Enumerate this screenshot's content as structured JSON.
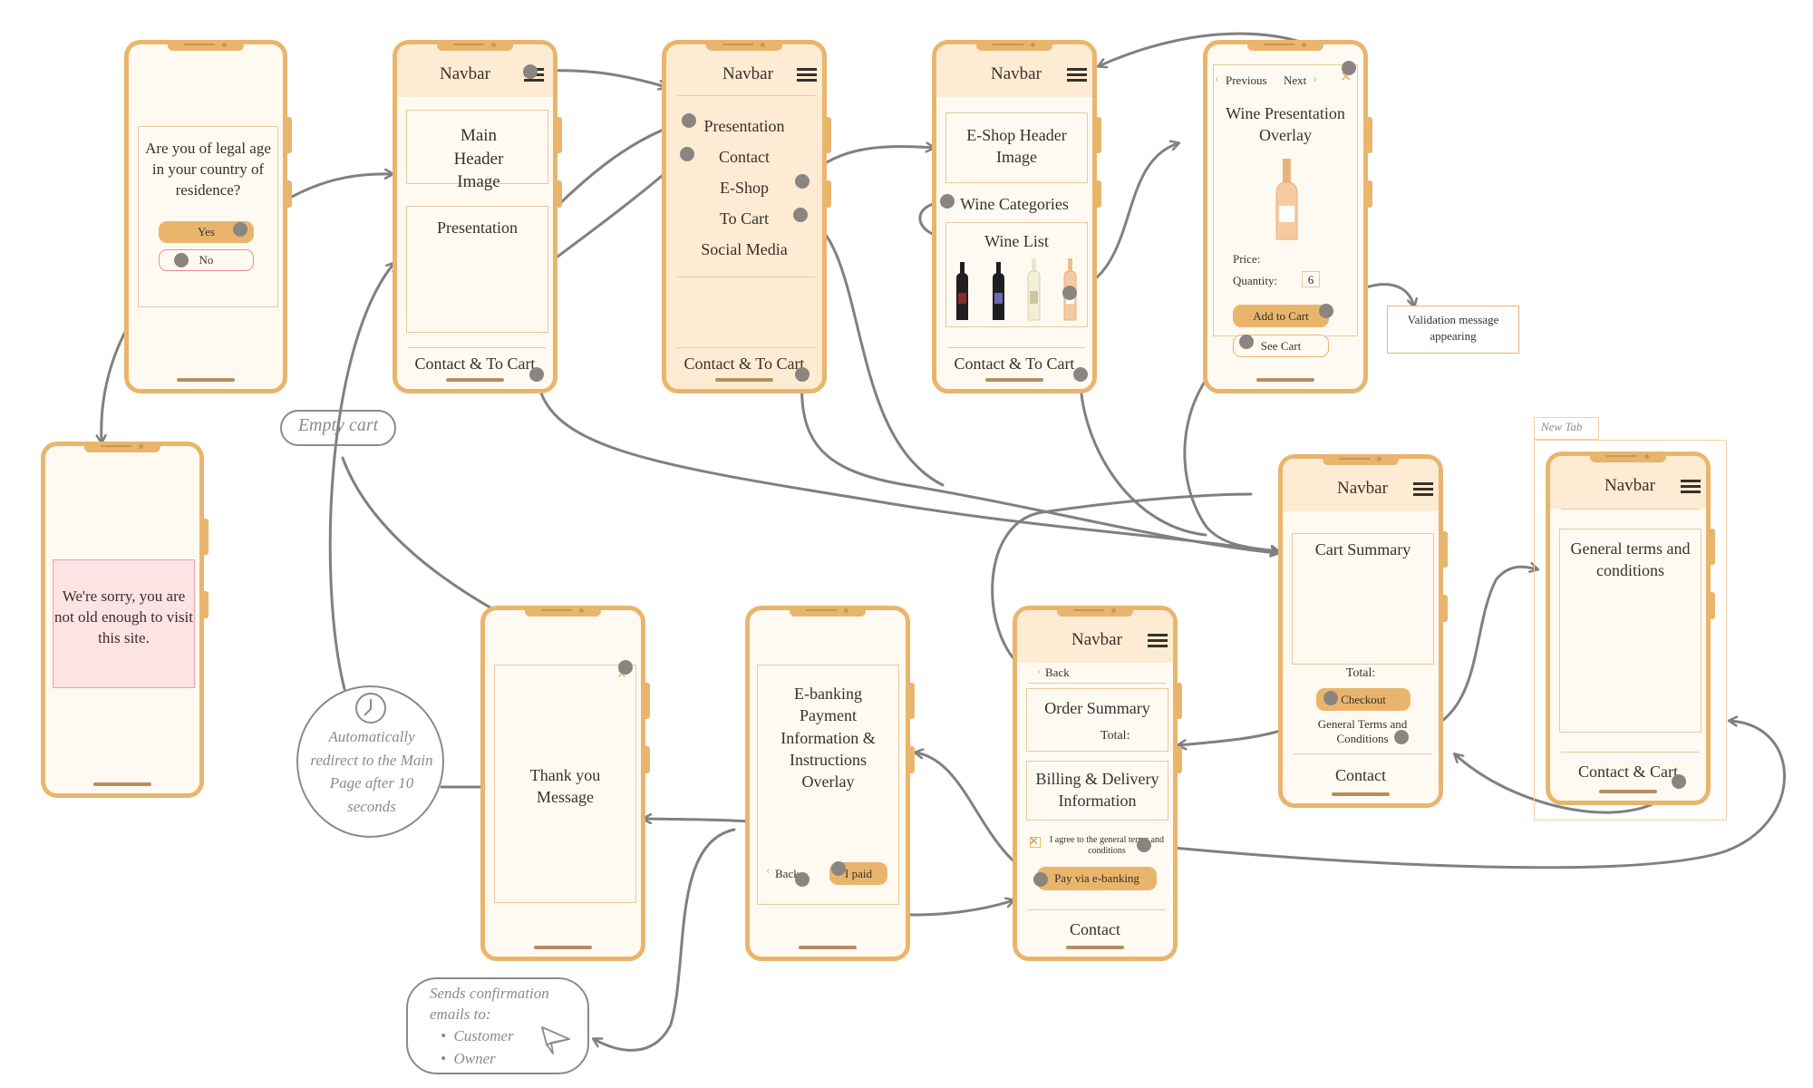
{
  "age_gate": {
    "question": "Are you of legal age in your country of residence?",
    "yes": "Yes",
    "no": "No"
  },
  "sorry": {
    "message": "We're sorry, you are not old enough to visit this site."
  },
  "home": {
    "navbar": "Navbar",
    "header": "Main Header Image",
    "presentation": "Presentation",
    "footer": "Contact & To Cart"
  },
  "menu": {
    "navbar": "Navbar",
    "items": [
      "Presentation",
      "Contact",
      "E-Shop",
      "To Cart",
      "Social Media"
    ],
    "footer": "Contact & To Cart"
  },
  "eshop": {
    "navbar": "Navbar",
    "header": "E-Shop Header Image",
    "categories": "Wine Categories",
    "wine_list": "Wine List",
    "footer": "Contact & To Cart"
  },
  "overlay": {
    "previous": "Previous",
    "next": "Next",
    "title": "Wine Presentation Overlay",
    "price": "Price:",
    "quantity": "Quantity:",
    "quantity_value": "6",
    "add_to_cart": "Add to Cart",
    "see_cart": "See Cart",
    "validation": "Validation message appearing"
  },
  "cart": {
    "navbar": "Navbar",
    "summary": "Cart Summary",
    "total": "Total:",
    "checkout": "Checkout",
    "terms_link": "General Terms and Conditions",
    "footer": "Contact"
  },
  "terms": {
    "tab_label": "New Tab",
    "navbar": "Navbar",
    "title": "General terms and conditions",
    "footer": "Contact & Cart"
  },
  "order": {
    "navbar": "Navbar",
    "back": "Back",
    "summary": "Order Summary",
    "total": "Total:",
    "billing": "Billing & Delivery Information",
    "agree": "I agree to the general terms and conditions",
    "pay": "Pay via e-banking",
    "footer": "Contact"
  },
  "ebank": {
    "title": "E-banking Payment Information & Instructions Overlay",
    "back": "Back",
    "paid": "I paid"
  },
  "thanks": {
    "message": "Thank you Message"
  },
  "notes": {
    "empty_cart": "Empty cart",
    "redirect": "Automatically redirect to the Main Page after 10 seconds",
    "emails_title": "Sends confirmation emails to:",
    "emails": [
      "Customer",
      "Owner"
    ]
  },
  "colors": {
    "phone_border": "#e9b56d",
    "phone_bg": "#fffaf1",
    "navbar_bg": "#fdebd3",
    "arrow": "#808080",
    "error_bg": "#fde3e3",
    "error_border": "#f0a0a8"
  }
}
